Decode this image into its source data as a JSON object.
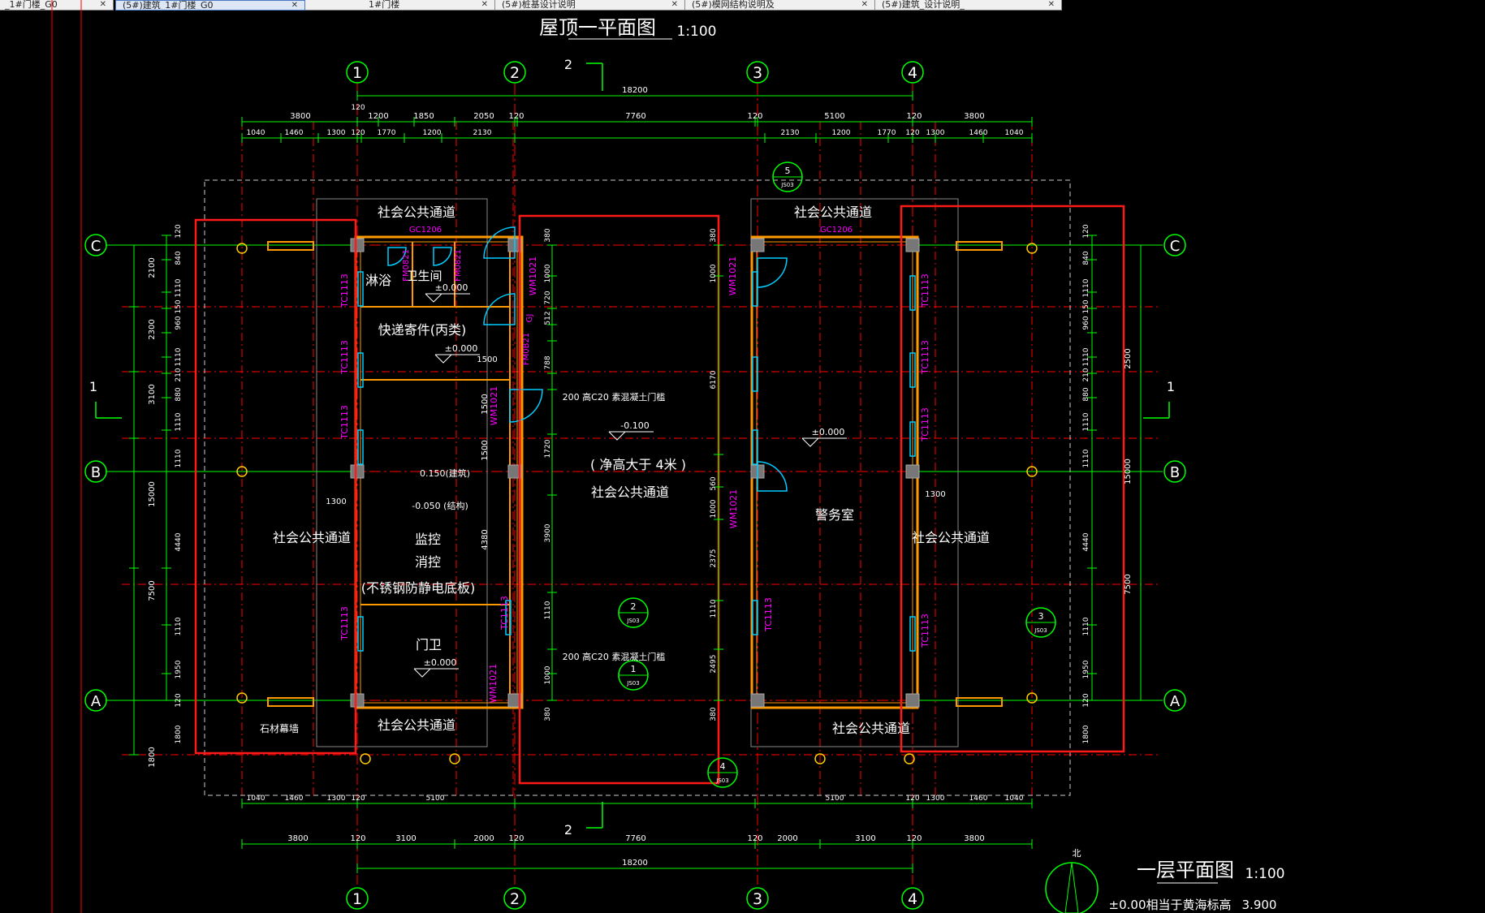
{
  "tabs": [
    {
      "label": "_1#门楼_G0",
      "active": false
    },
    {
      "label": "(5#)建筑_1#门楼_G0",
      "active": true
    },
    {
      "label": "1#门楼",
      "active": false
    },
    {
      "label": "(5#)桩基设计说明",
      "active": false
    },
    {
      "label": "(5#)模网结构说明及",
      "active": false
    },
    {
      "label": "(5#)建筑_设计说明_",
      "active": false
    }
  ],
  "drawing": {
    "roof_title": "屋顶一平面图",
    "roof_scale": "1:100",
    "floor_title": "一层平面图",
    "floor_scale": "1:100",
    "elevation_note": "±0.00相当于黄海标高",
    "elevation_value": "3.900",
    "north_label": "北",
    "col_axes": [
      "1",
      "2",
      "3",
      "4"
    ],
    "row_axes": [
      "C",
      "B",
      "A"
    ],
    "section_marks": {
      "top": "2",
      "bottom": "2",
      "left": "1",
      "right": "1"
    },
    "dims_top_overall": "18200",
    "dims_top_row1": [
      "3800",
      "1200",
      "1850",
      "2050",
      "120",
      "7760",
      "120",
      "5100",
      "120",
      "3800"
    ],
    "dims_top_row2": [
      "1040",
      "1460",
      "1300",
      "120",
      "1770",
      "1200",
      "2130",
      "2130",
      "1200",
      "1770",
      "120",
      "1300",
      "1460",
      "1040"
    ],
    "dims_top_small": "120",
    "dims_bottom_row1": [
      "1040",
      "1460",
      "1300",
      "120",
      "5100",
      "5100",
      "120",
      "1300",
      "1460",
      "1040"
    ],
    "dims_bottom_row2": [
      "3800",
      "120",
      "3100",
      "2000",
      "120",
      "7760",
      "120",
      "2000",
      "3100",
      "120",
      "3800"
    ],
    "dims_bottom_overall": "18200",
    "dims_left_outer": [
      "2100",
      "2300",
      "3100",
      "7500",
      "15000"
    ],
    "dims_left_inner": [
      "120",
      "840",
      "1110",
      "150",
      "960",
      "1110",
      "210",
      "880",
      "1110",
      "1110",
      "4440",
      "1110",
      "1950",
      "120",
      "1800"
    ],
    "dims_right_inner": [
      "120",
      "840",
      "1110",
      "150",
      "960",
      "1110",
      "210",
      "880",
      "1110",
      "1110",
      "4440",
      "1110",
      "1950",
      "120",
      "1800"
    ],
    "dims_right_outer": [
      "2500",
      "7500",
      "15000"
    ],
    "dims_center": [
      "380",
      "1000",
      "720",
      "512",
      "788",
      "1500",
      "1720",
      "3900",
      "1110",
      "1000",
      "380"
    ],
    "dims_center_right": [
      "380",
      "1000",
      "6170",
      "560",
      "1000",
      "2375",
      "1110",
      "2495",
      "380"
    ],
    "dims_misc": [
      "1300",
      "1300",
      "1500",
      "1500",
      "4380",
      "1500"
    ],
    "room_labels": {
      "public_top_left": "社会公共通道",
      "public_top_right": "社会公共通道",
      "public_bottom_left": "社会公共通道",
      "public_bottom_right": "社会公共通道",
      "public_left": "社会公共通道",
      "public_right": "社会公共通道",
      "public_center": "社会公共通道",
      "clear_height": "( 净高大于  4米 )",
      "shower": "淋浴",
      "toilet": "卫生间",
      "express": "快递寄件(丙类)",
      "monitor": "监控",
      "fire": "消控",
      "floor_note": "(不锈钢防静电底板)",
      "guard": "门卫",
      "police": "警务室",
      "stone_wall": "石材幕墙"
    },
    "levels": {
      "express": "±0.000",
      "toilet": "±0.000",
      "center": "-0.100",
      "police": "±0.000",
      "guard": "±0.000",
      "arch": "0.150(建筑)",
      "struct": "-0.050  (结构)"
    },
    "door_sill_top": "200  高C20  素混凝土门槛",
    "door_sill_bottom": "200  高C20  素混凝土门槛",
    "tags": {
      "gc_left": "GC1206",
      "gc_right": "GC1206",
      "tc": "TC1113",
      "wm": "WM1021",
      "fm": "FM0821",
      "fm2": "FM0821",
      "fmb": "FM0B21",
      "gj": "GJ"
    },
    "callouts": [
      {
        "num": "5",
        "ref": "JS03"
      },
      {
        "num": "2",
        "ref": "JS03"
      },
      {
        "num": "1",
        "ref": "JS03"
      },
      {
        "num": "3",
        "ref": "JS03"
      },
      {
        "num": "4",
        "ref": "JS03"
      }
    ]
  },
  "colors": {
    "background": "#000000",
    "axis": "#00ff00",
    "grid": "#ff0000",
    "wall": "#ff9900",
    "tag": "#ff00ff",
    "text": "#ffffff",
    "cloud": "#ff1a1a",
    "window": "#00ccff",
    "dim": "#00ff00"
  }
}
